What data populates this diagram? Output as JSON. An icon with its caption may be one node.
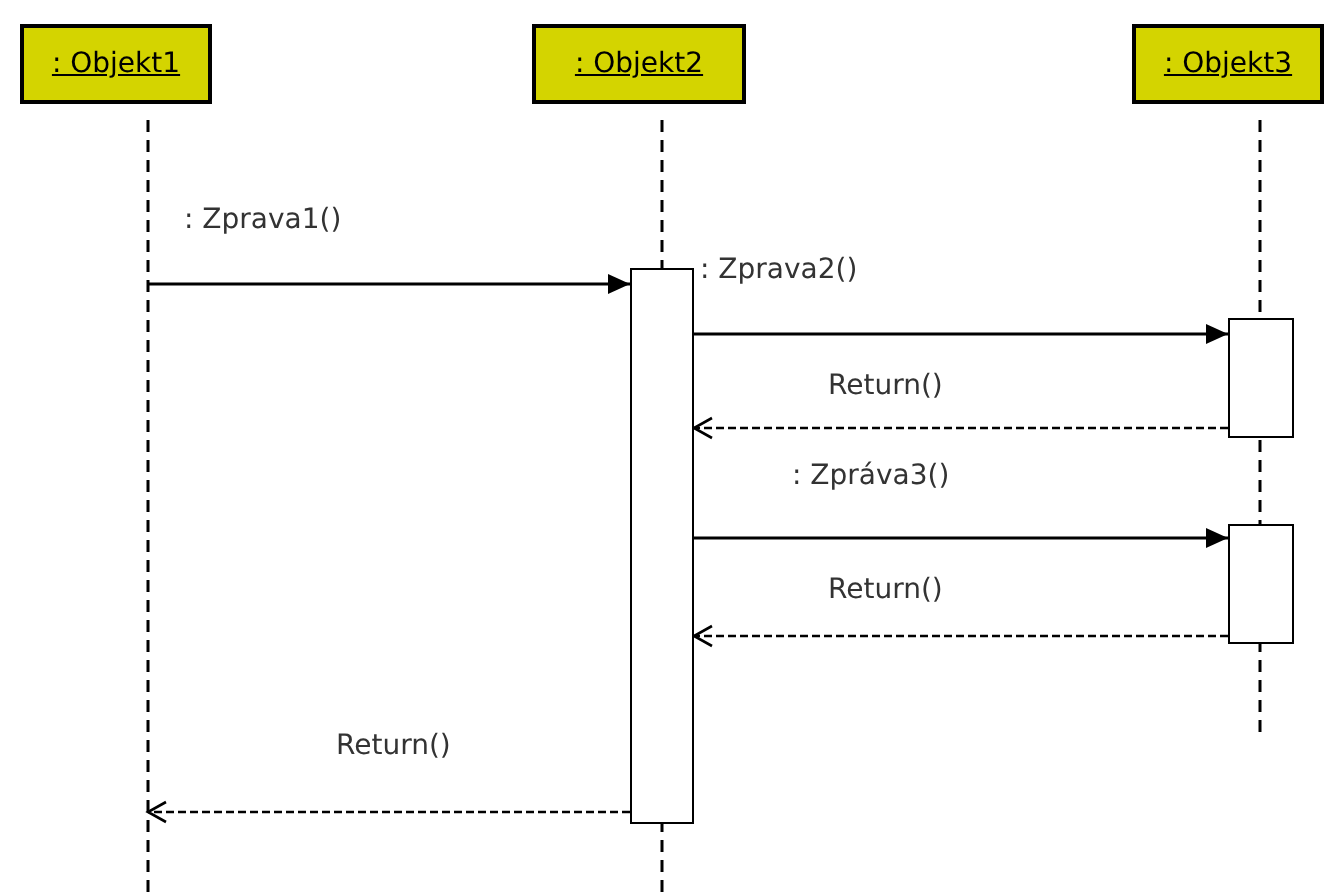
{
  "diagram": {
    "nodes": [
      {
        "text": [
          ": Objekt1"
        ]
      },
      {
        "text": [
          ": Objekt2"
        ]
      },
      {
        "text": [
          ": Objekt3"
        ]
      },
      {
        "text": [],
        "shape": "box",
        "in": 1
      },
      {
        "text": [],
        "shape": "box",
        "in": 2
      },
      {
        "text": [],
        "shape": "box",
        "in": 2
      }
    ],
    "edges": [
      {
        "from": 0,
        "to": 3,
        "arrow": "to",
        "label": ": Zprava1()"
      },
      {
        "from": 3,
        "to": 4,
        "arrow": "to",
        "label": ": Zprava2()"
      },
      {
        "from": 4,
        "to": 3,
        "arrow": "to",
        "label": "Return()",
        "style": "dashed"
      },
      {
        "from": 3,
        "to": 5,
        "arrow": "to",
        "label": ": Zpráva3()"
      },
      {
        "from": 5,
        "to": 3,
        "arrow": "to",
        "label": "Return()",
        "style": "dashed"
      },
      {
        "from": 3,
        "to": 0,
        "arrow": "to",
        "label": "Return()",
        "style": "dashed"
      }
    ]
  }
}
